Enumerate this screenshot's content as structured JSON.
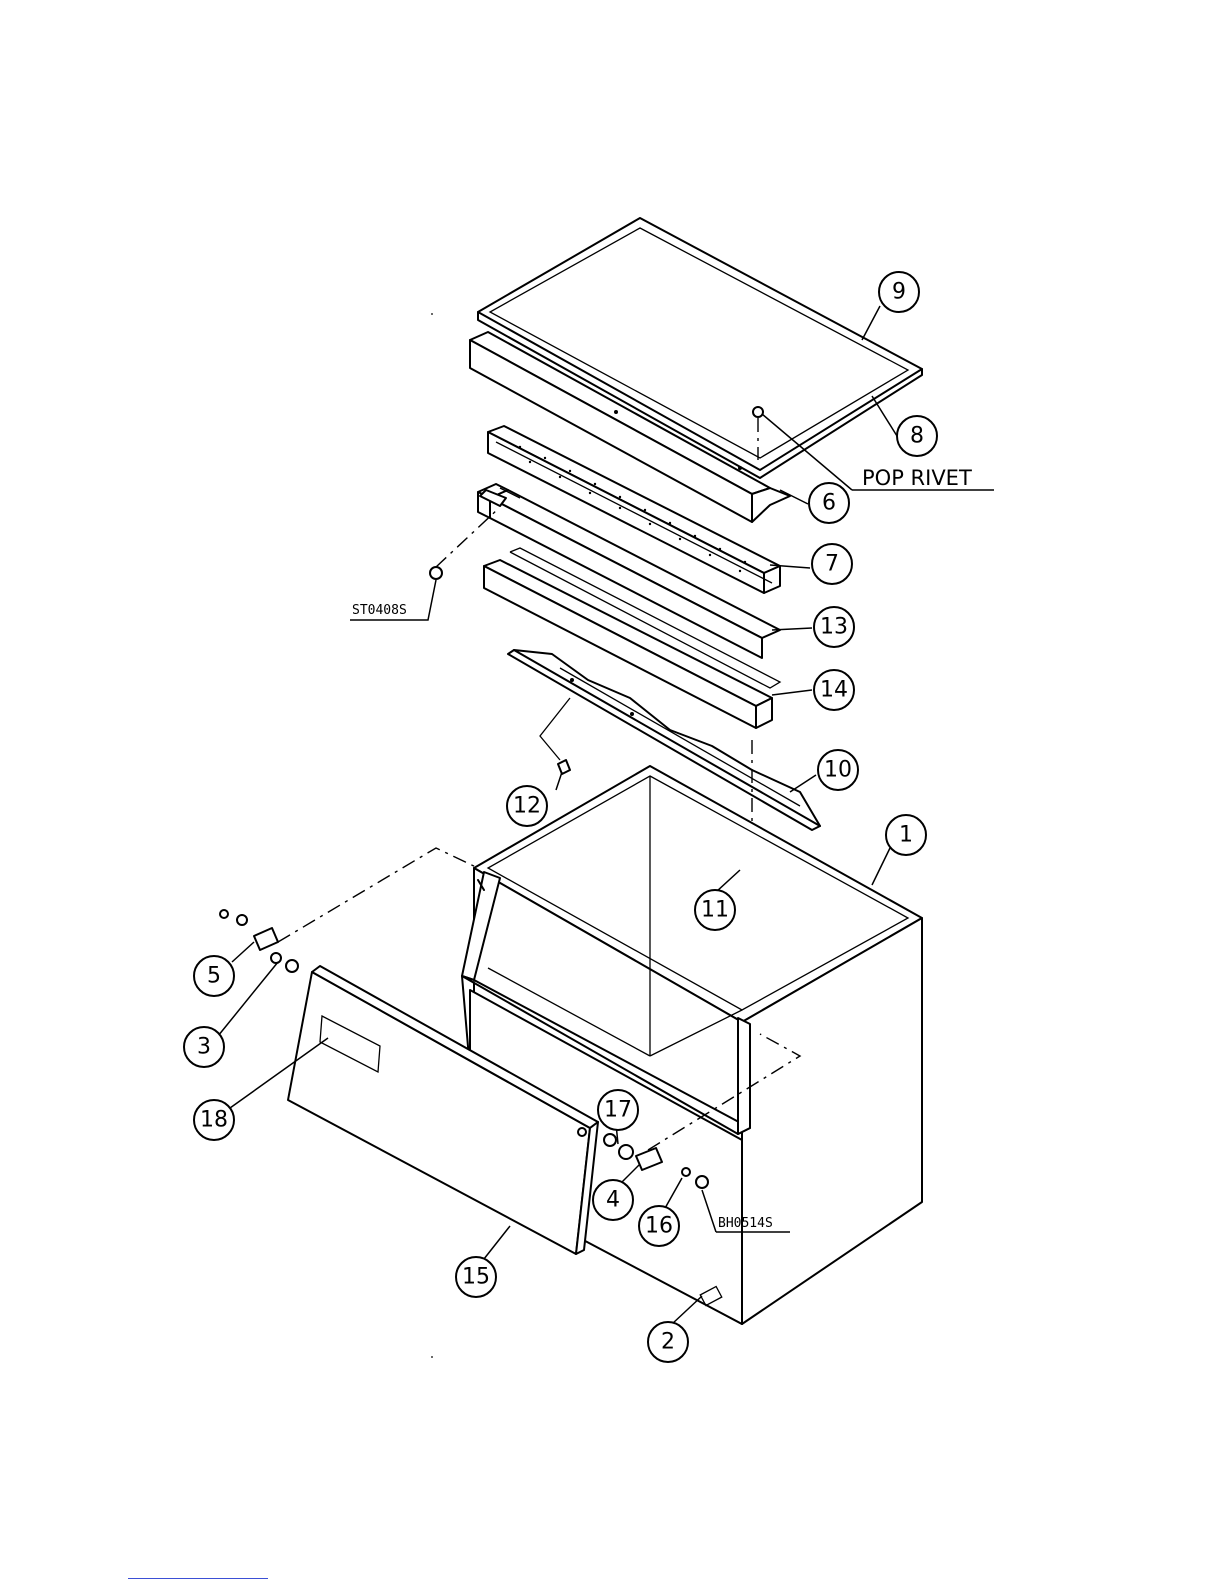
{
  "parts": {
    "p1": "1",
    "p2": "2",
    "p3": "3",
    "p4": "4",
    "p5": "5",
    "p6": "6",
    "p7": "7",
    "p8": "8",
    "p9": "9",
    "p10": "10",
    "p11": "11",
    "p12": "12",
    "p13": "13",
    "p14": "14",
    "p15": "15",
    "p16": "16",
    "p17": "17",
    "p18": "18"
  },
  "labels": {
    "pop_rivet": "POP RIVET",
    "st0408s": "ST0408S",
    "bh0514s": "BH0514S"
  },
  "colors": {
    "line": "#000000",
    "background": "#ffffff",
    "footer_link": "#3b4fd6"
  }
}
